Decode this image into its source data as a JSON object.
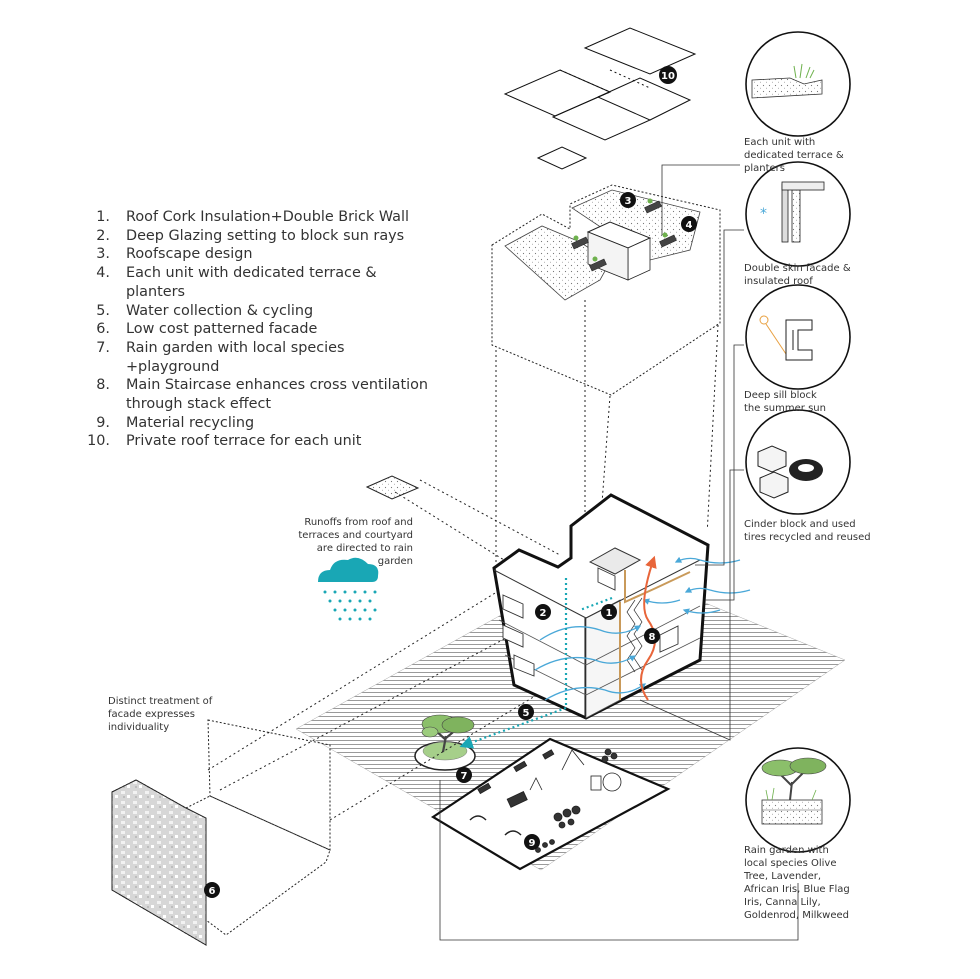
{
  "legend": [
    {
      "num": "1.",
      "text": "Roof Cork Insulation+Double Brick Wall"
    },
    {
      "num": "2.",
      "text": "Deep Glazing setting to block sun rays"
    },
    {
      "num": "3.",
      "text": "Roofscape design"
    },
    {
      "num": "4.",
      "text": "Each unit with dedicated terrace & planters"
    },
    {
      "num": "5.",
      "text": "Water collection & cycling"
    },
    {
      "num": "6.",
      "text": "Low cost patterned facade"
    },
    {
      "num": "7.",
      "text": "Rain garden with local species +playground"
    },
    {
      "num": "8.",
      "text": "Main Staircase enhances cross ventilation through stack effect"
    },
    {
      "num": "9.",
      "text": "Material recycling"
    },
    {
      "num": "10.",
      "text": "Private roof terrace for each unit"
    }
  ],
  "captions": {
    "terrace": "Each unit with dedicated terrace & planters",
    "double_skin": "Double skin facade & insulated roof",
    "sill": "Deep sill block the summer sun",
    "cinder": "Cinder block and used tires recycled and reused",
    "rain_garden": "Rain garden with local species Olive Tree, Lavender, African Iris, Blue Flag Iris, Canna Lily, Goldenrod, Milkweed",
    "runoff": "Runoffs from roof and terraces and courtyard are directed to rain garden",
    "facade": "Distinct treatment of facade expresses individuality"
  },
  "badges": {
    "b1": "1",
    "b2": "2",
    "b3": "3",
    "b4": "4",
    "b5": "5",
    "b6": "6",
    "b7": "7",
    "b8": "8",
    "b9": "9",
    "b10": "10"
  },
  "colors": {
    "water": "#19a7b5",
    "air": "#e8653a",
    "ink": "#111111",
    "wind": "#4aa8d8",
    "hatch": "#9a9a9a"
  }
}
